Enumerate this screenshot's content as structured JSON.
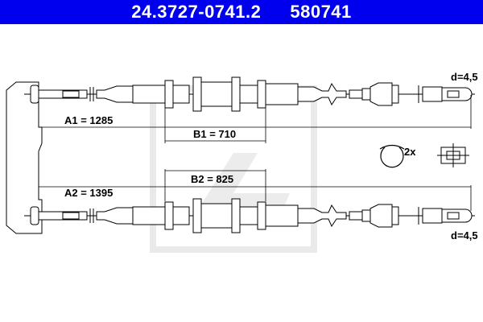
{
  "header": {
    "part_number": "24.3727-0741.2",
    "reference_number": "580741",
    "background_color": "#0000ee"
  },
  "diagram": {
    "type": "cable-technical-drawing",
    "cables": [
      {
        "id": "cable-1",
        "overall_length_label": "A1 = 1285",
        "sheath_length_label": "B1 = 710",
        "end_diameter_label": "d=4,5"
      },
      {
        "id": "cable-2",
        "overall_length_label": "A2 = 1395",
        "sheath_length_label": "B2 = 825",
        "end_diameter_label": "d=4,5"
      }
    ],
    "accessories": {
      "clip_quantity_label": "2x"
    },
    "watermark": "ate-logo"
  }
}
